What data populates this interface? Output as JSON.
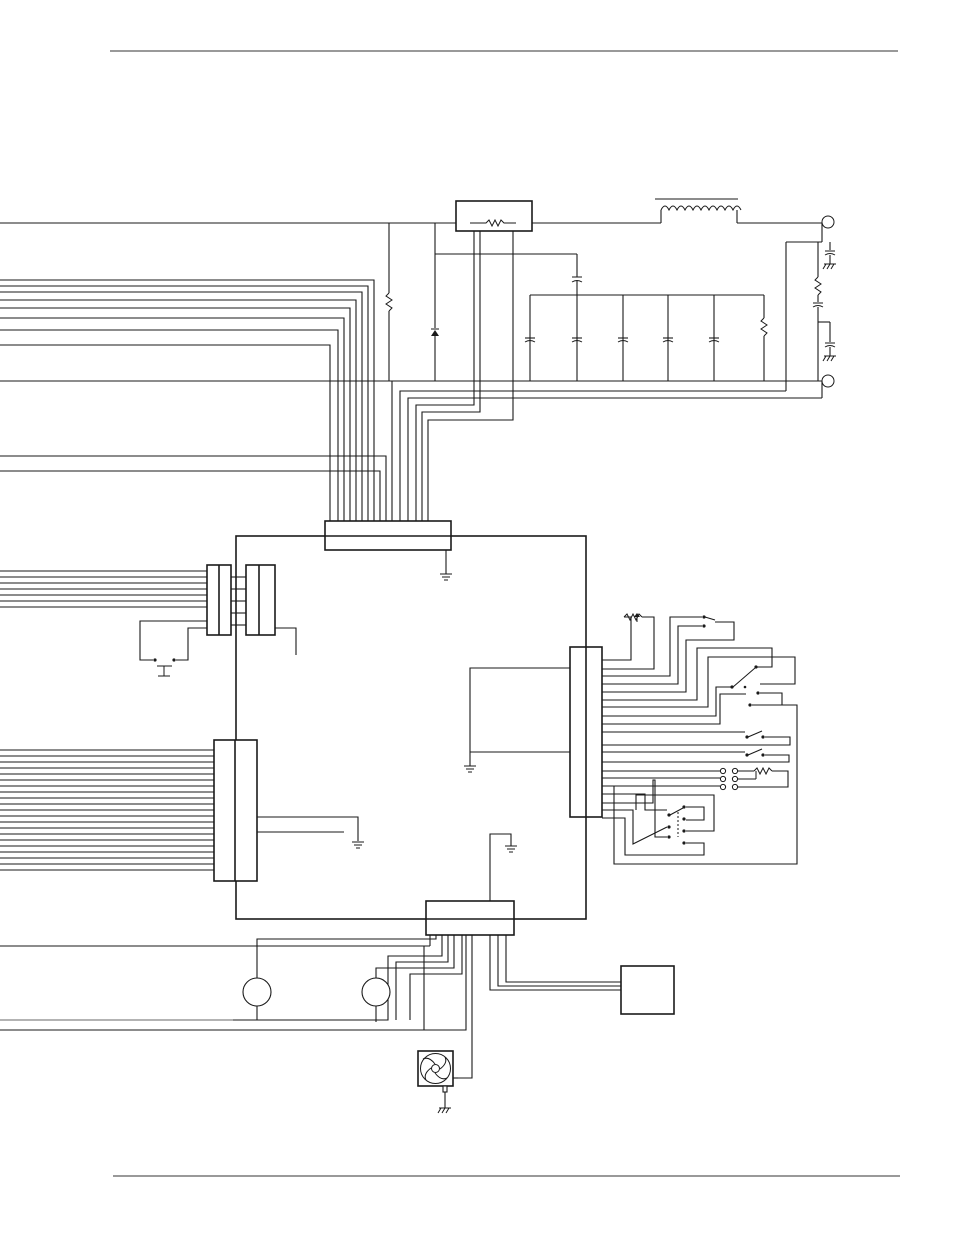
{
  "document": {
    "has_header_rule": true,
    "has_footer_rule": true
  },
  "schematic": {
    "labels": [],
    "components": [
      "control-board",
      "top-connector",
      "left-connector-a",
      "left-connector-b",
      "left-lower-connector",
      "right-connector",
      "bottom-connector",
      "input-resistor-module",
      "choke-inductor",
      "diode",
      "filter-capacitor-bank",
      "output-terminal-positive",
      "output-terminal-negative",
      "potentiometer",
      "selector-switches",
      "thermostat-switch",
      "motor-left",
      "motor-right",
      "cooling-fan",
      "external-module",
      "ground-symbols"
    ]
  }
}
